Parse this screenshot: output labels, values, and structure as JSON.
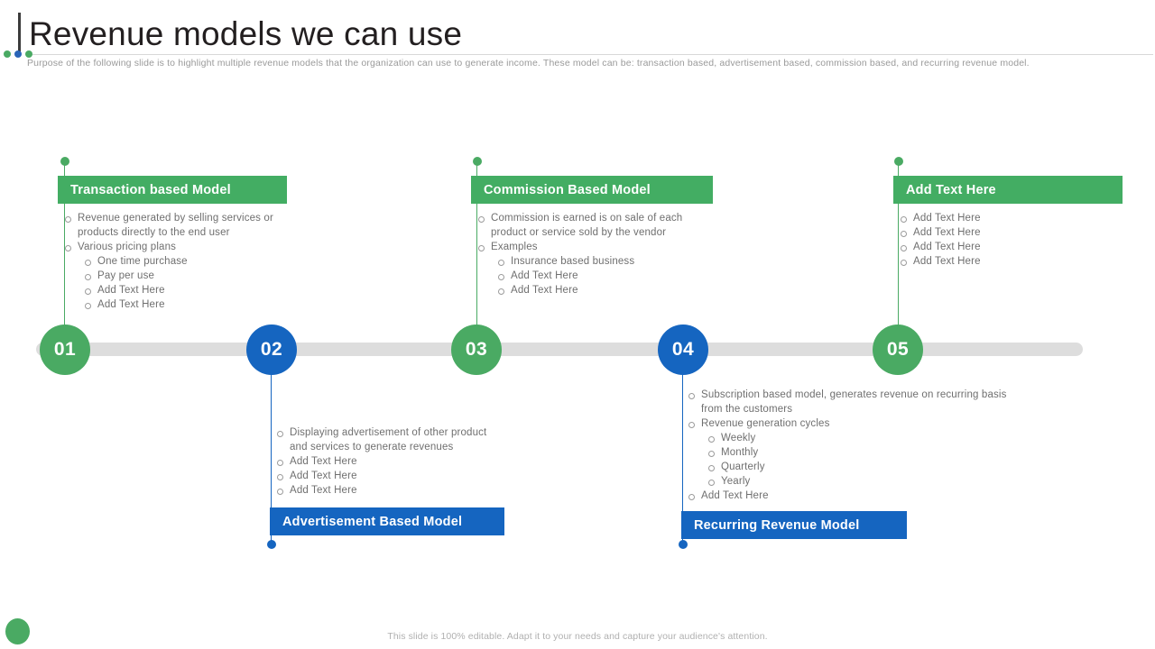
{
  "header": {
    "title": "Revenue models we can use",
    "subtitle": "Purpose of the following slide is to highlight multiple revenue models that the organization can use to generate income. These model can be: transaction based, advertisement based, commission based, and recurring revenue model.",
    "dots": [
      "green",
      "blue",
      "green"
    ]
  },
  "colors": {
    "green": "#4aaa63",
    "green_header": "#43ad63",
    "blue": "#1565c0",
    "timeline_grey": "#dddddd",
    "body_text": "#6f6f6f",
    "title_text": "#231f20"
  },
  "timeline": {
    "nodes": [
      {
        "number": "01",
        "color": "green",
        "position": "above"
      },
      {
        "number": "02",
        "color": "blue",
        "position": "below"
      },
      {
        "number": "03",
        "color": "green",
        "position": "above"
      },
      {
        "number": "04",
        "color": "blue",
        "position": "below"
      },
      {
        "number": "05",
        "color": "green",
        "position": "above"
      }
    ]
  },
  "cards": [
    {
      "id": "transaction",
      "title": "Transaction based Model",
      "color": "green",
      "placement": "above",
      "bullets": [
        {
          "text": "Revenue generated by selling services or products directly to the end user",
          "level": 1
        },
        {
          "text": "Various pricing plans",
          "level": 1
        },
        {
          "text": "One time purchase",
          "level": 2
        },
        {
          "text": "Pay per use",
          "level": 2
        },
        {
          "text": "Add Text Here",
          "level": 2
        },
        {
          "text": "Add Text Here",
          "level": 2
        }
      ]
    },
    {
      "id": "advertisement",
      "title": "Advertisement Based Model",
      "color": "blue",
      "placement": "below",
      "bullets": [
        {
          "text": "Displaying advertisement of other product and services to generate revenues",
          "level": 1
        },
        {
          "text": "Add Text Here",
          "level": 1
        },
        {
          "text": "Add Text Here",
          "level": 1
        },
        {
          "text": "Add Text Here",
          "level": 1
        }
      ]
    },
    {
      "id": "commission",
      "title": "Commission Based Model",
      "color": "green",
      "placement": "above",
      "bullets": [
        {
          "text": "Commission is earned is on sale of each product or service sold by the vendor",
          "level": 1
        },
        {
          "text": "Examples",
          "level": 1
        },
        {
          "text": "Insurance based business",
          "level": 2
        },
        {
          "text": "Add Text Here",
          "level": 2
        },
        {
          "text": "Add Text Here",
          "level": 2
        }
      ]
    },
    {
      "id": "recurring",
      "title": "Recurring Revenue Model",
      "color": "blue",
      "placement": "below",
      "bullets": [
        {
          "text": "Subscription based model, generates revenue on recurring basis from the customers",
          "level": 1
        },
        {
          "text": "Revenue generation cycles",
          "level": 1
        },
        {
          "text": "Weekly",
          "level": 2
        },
        {
          "text": "Monthly",
          "level": 2
        },
        {
          "text": "Quarterly",
          "level": 2
        },
        {
          "text": "Yearly",
          "level": 2
        },
        {
          "text": "Add Text Here",
          "level": 1
        }
      ]
    },
    {
      "id": "placeholder",
      "title": "Add Text Here",
      "color": "green",
      "placement": "above",
      "bullets": [
        {
          "text": "Add Text Here",
          "level": 1
        },
        {
          "text": "Add Text Here",
          "level": 1
        },
        {
          "text": "Add Text Here",
          "level": 1
        },
        {
          "text": "Add Text Here",
          "level": 1
        }
      ]
    }
  ],
  "footer": {
    "note": "This slide is 100% editable. Adapt it to your needs and capture your audience's attention."
  }
}
